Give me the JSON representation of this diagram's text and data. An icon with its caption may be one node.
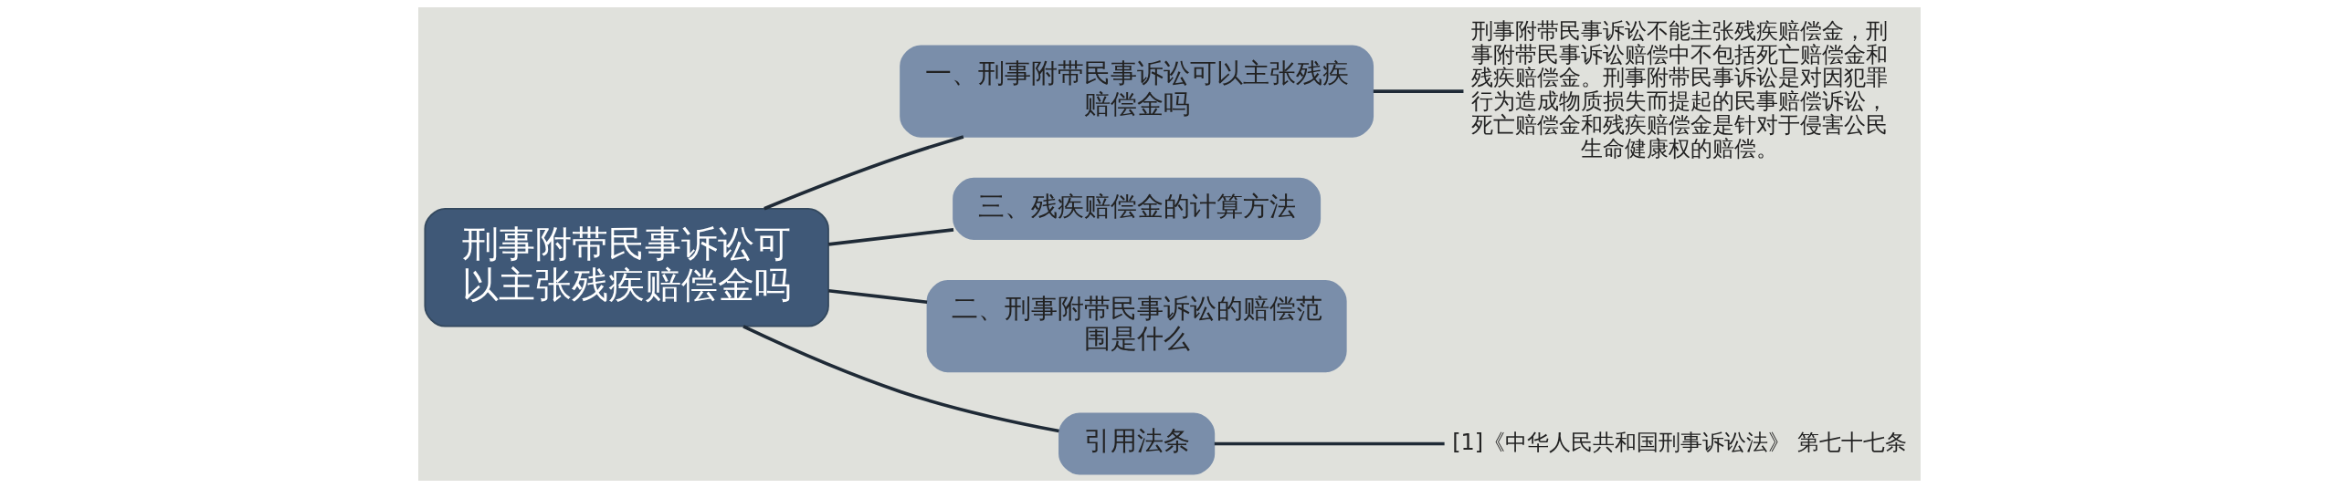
{
  "diagram": {
    "nodes": [
      {
        "text": [
          "刑事附带民事诉讼可以主张残疾赔偿金吗"
        ]
      },
      {
        "text": [
          "一、刑事附带民事诉讼可以主张残疾赔偿金吗"
        ]
      },
      {
        "text": [
          "刑事附带民事诉讼不能主张残疾赔偿金，刑事附带民事诉讼赔偿中不包括死亡赔偿金和残疾赔偿金。刑事附带民事诉讼是对因犯罪行为造成物质损失而提起的民事赔偿诉讼，死亡赔偿金和残疾赔偿金是针对于侵害公民生命健康权的赔偿。"
        ]
      },
      {
        "text": [
          "三、残疾赔偿金的计算方法"
        ]
      },
      {
        "text": [
          "二、刑事附带民事诉讼的赔偿范围是什么"
        ]
      },
      {
        "text": [
          "引用法条"
        ]
      },
      {
        "text": [
          "[1]《中华人民共和国刑事诉讼法》 第七十七条"
        ]
      }
    ],
    "edges": [
      {
        "from": 0,
        "to": 1,
        "arrow": "none"
      },
      {
        "from": 1,
        "to": 2,
        "arrow": "none"
      },
      {
        "from": 0,
        "to": 3,
        "arrow": "none"
      },
      {
        "from": 0,
        "to": 4,
        "arrow": "none"
      },
      {
        "from": 0,
        "to": 5,
        "arrow": "none"
      },
      {
        "from": 5,
        "to": 6,
        "arrow": "none"
      }
    ]
  }
}
